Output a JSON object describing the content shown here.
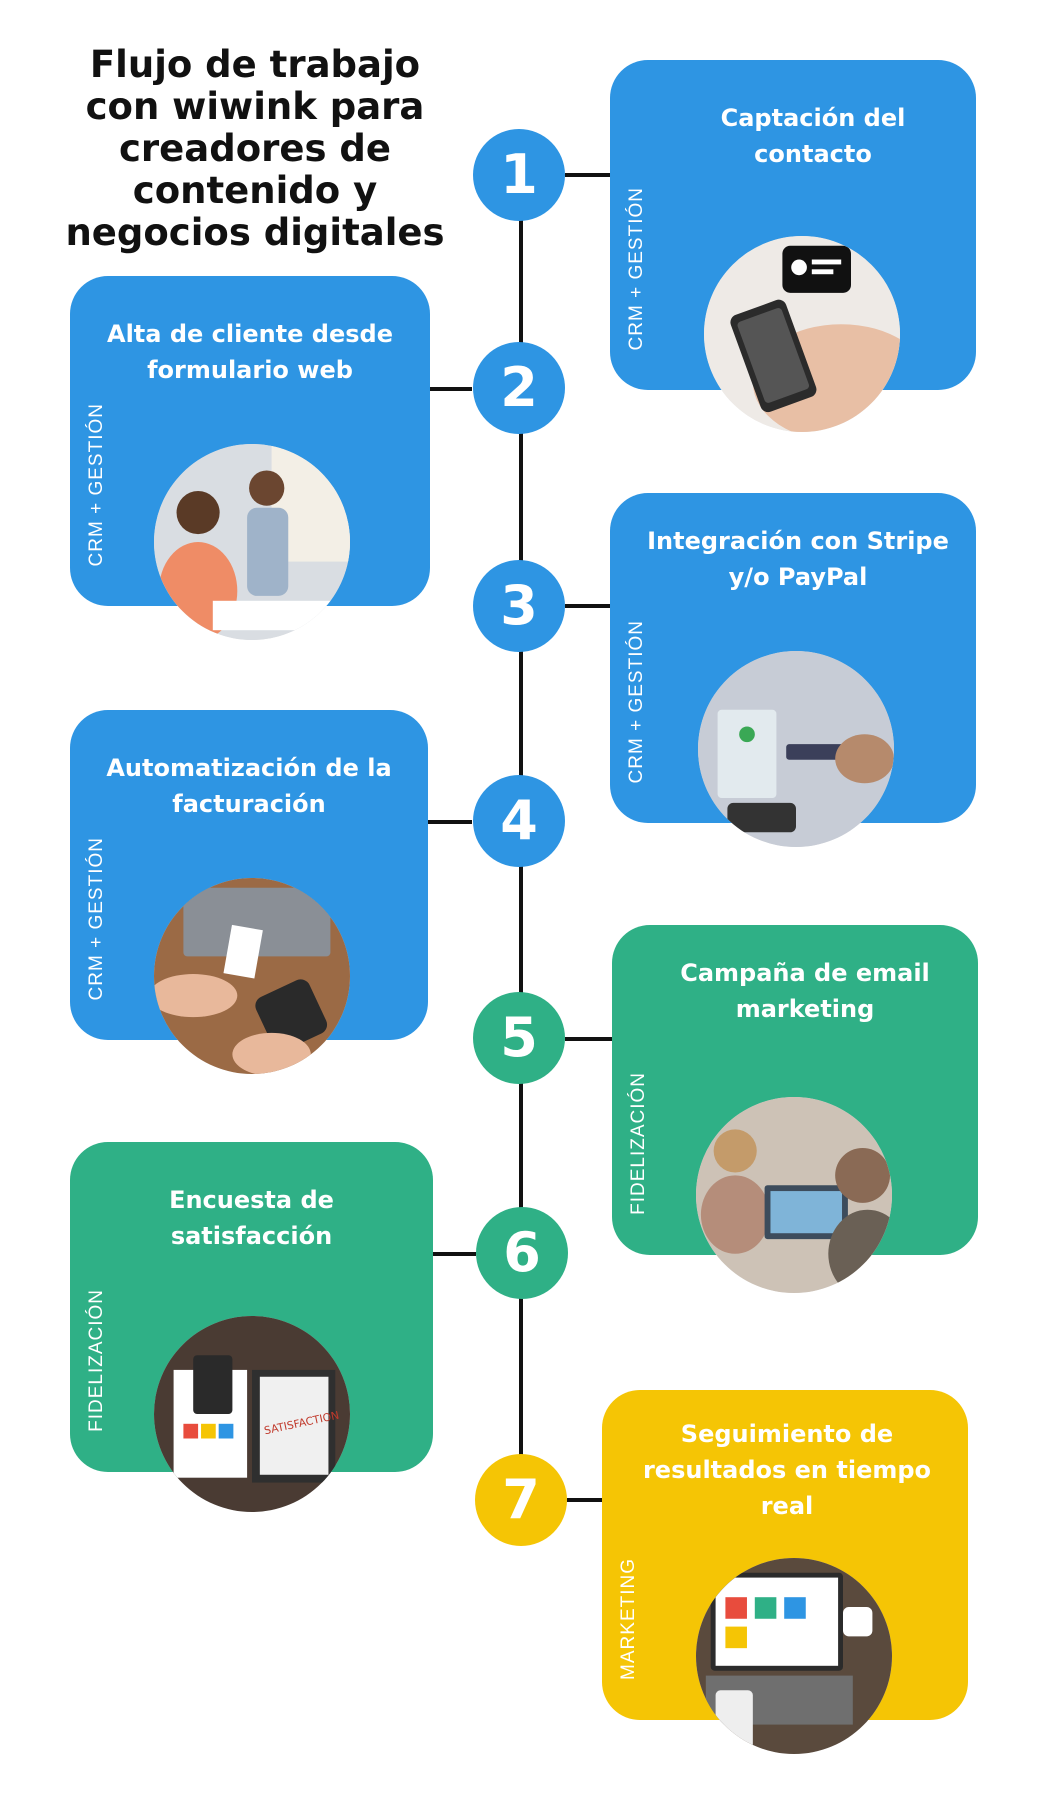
{
  "title": "Flujo de trabajo con wiwink para creadores de contenido y negocios digitales",
  "colors": {
    "blue": "#2e95e3",
    "green": "#2fb086",
    "yellow": "#f5c505",
    "line": "#111111"
  },
  "steps": [
    {
      "number": "1",
      "title": "Captación del contacto",
      "category": "CRM + GESTIÓN",
      "image": "phone-contact-photo"
    },
    {
      "number": "2",
      "title": "Alta de cliente desde formulario web",
      "category": "CRM + GESTIÓN",
      "image": "office-meeting-photo"
    },
    {
      "number": "3",
      "title": "Integración con Stripe y/o PayPal",
      "category": "CRM + GESTIÓN",
      "image": "mobile-payment-photo"
    },
    {
      "number": "4",
      "title": "Automatización de la facturación",
      "category": "CRM + GESTIÓN",
      "image": "card-terminal-photo"
    },
    {
      "number": "5",
      "title": "Campaña de email marketing",
      "category": "FIDELIZACIÓN",
      "image": "laptop-meeting-photo"
    },
    {
      "number": "6",
      "title": "Encuesta de satisfacción",
      "category": "FIDELIZACIÓN",
      "image": "survey-desk-photo"
    },
    {
      "number": "7",
      "title": "Seguimiento de resultados en tiempo real",
      "category": "MARKETING",
      "image": "marketing-strategy-photo"
    }
  ]
}
